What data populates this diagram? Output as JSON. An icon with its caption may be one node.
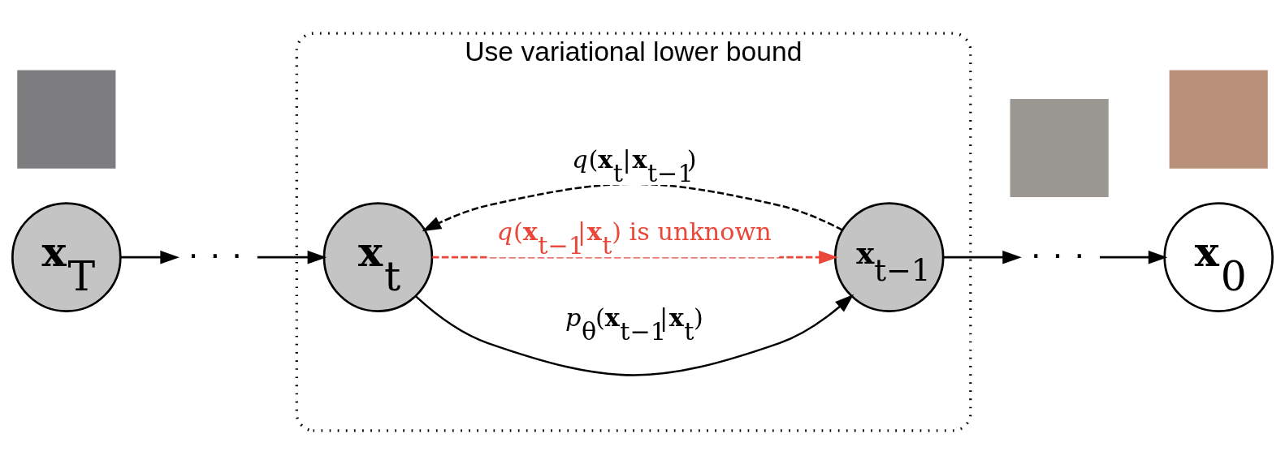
{
  "diagram": {
    "nodes": [
      {
        "text": [
          "Use variational lower bound"
        ]
      },
      {
        "text": [
          "**x**$_{T}$"
        ]
      },
      {
        "text": [],
        "shape": "box"
      },
      {
        "text": [
          "· · ·"
        ]
      },
      {
        "text": [
          "**x**$_{t}$"
        ],
        "in": 0
      },
      {
        "text": [
          "**x**$_{t−1}$"
        ],
        "in": 0
      },
      {
        "text": [],
        "shape": "box"
      },
      {
        "text": [
          "· · ·"
        ]
      },
      {
        "text": [
          "**x**$_{0}$"
        ]
      },
      {
        "text": [],
        "shape": "box"
      }
    ],
    "edges": [
      {
        "from": 1,
        "to": 3,
        "arrow": "to"
      },
      {
        "from": 3,
        "to": 4,
        "arrow": "to"
      },
      {
        "from": 4,
        "to": 5,
        "arrow": "to",
        "label": "*p*$_{θ}$(**x**$_{t−1}$|**x**$_{t}$)"
      },
      {
        "from": 5,
        "to": 4,
        "arrow": "to",
        "style": "dashed",
        "label": "*q*(**x**$_{t}$|**x**$_{t−1}$)"
      },
      {
        "from": 4,
        "to": 5,
        "arrow": "to",
        "style": "dashed",
        "color": "#e8473a",
        "label": "*q*(**x**$_{t−1}$|**x**$_{t}$) is unknown"
      },
      {
        "from": 5,
        "to": 7,
        "arrow": "to"
      },
      {
        "from": 7,
        "to": 8,
        "arrow": "to"
      }
    ]
  }
}
